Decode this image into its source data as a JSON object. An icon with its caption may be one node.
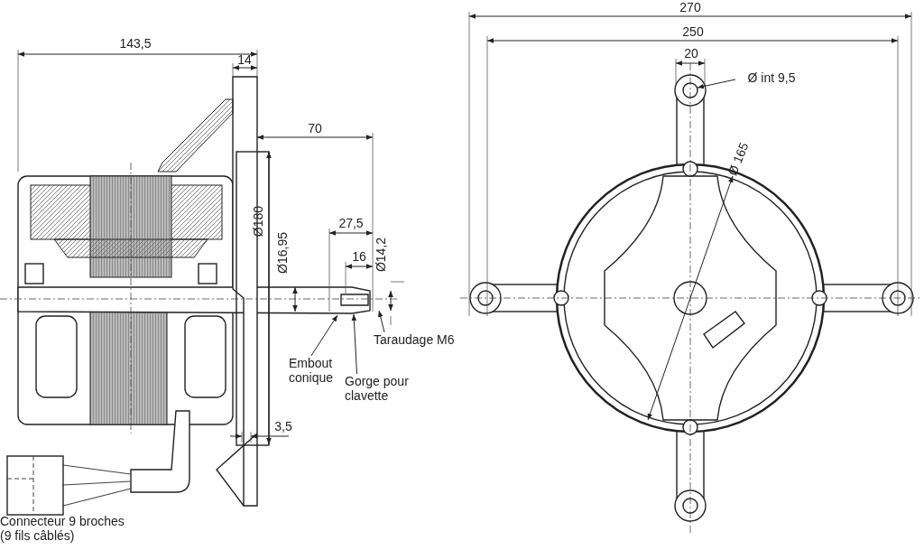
{
  "diagram": {
    "nodes": [
      {
        "text": [
          "Taraudage M6"
        ]
      },
      {
        "text": [
          "Embout conique"
        ]
      },
      {
        "text": [
          "Gorge pour clavette"
        ]
      }
    ],
    "edges": [
      {
        "from": 0,
        "to": null,
        "arrow": "to"
      },
      {
        "from": 1,
        "to": null,
        "arrow": "to"
      },
      {
        "from": 2,
        "to": null,
        "arrow": "to"
      }
    ],
    "labels": [
      "143,5",
      "14",
      "70",
      "Ø180",
      "27,5",
      "Ø16,95",
      "16",
      "Ø14,2",
      "3,5",
      "Connecteur 9 broches (9 fils câblés)",
      "270",
      "250",
      "20",
      "Ø int 9,5",
      "Ø 165"
    ]
  }
}
